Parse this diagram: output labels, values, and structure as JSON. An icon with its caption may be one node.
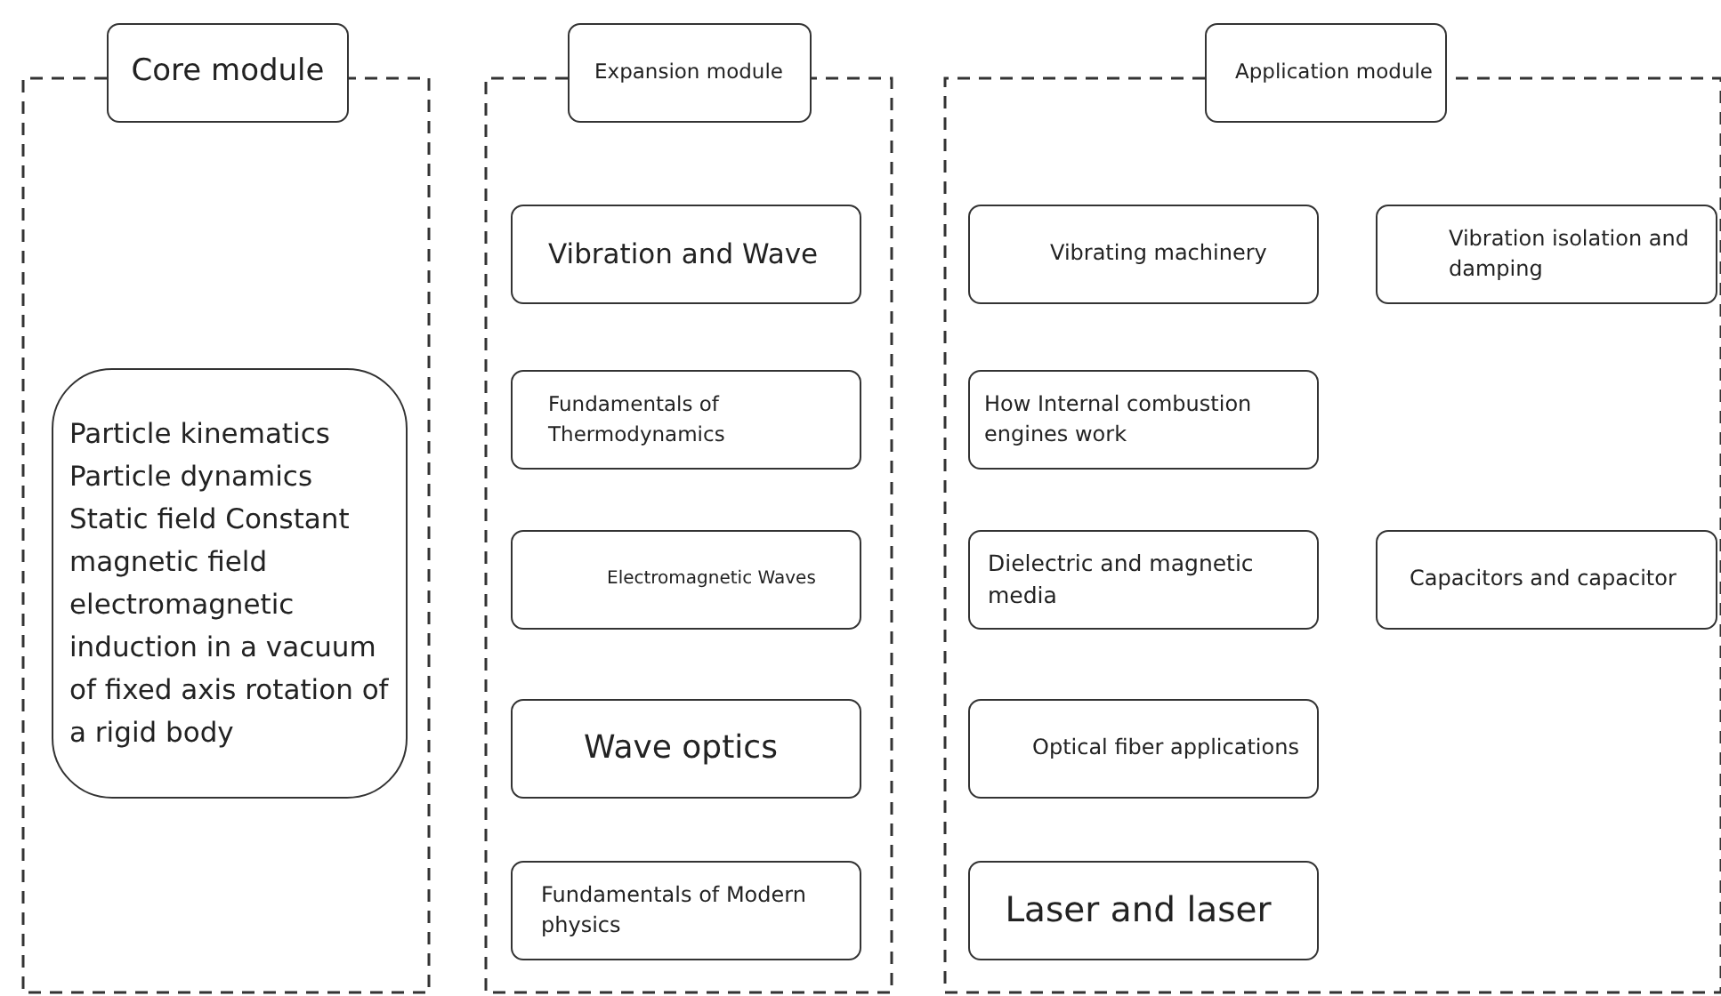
{
  "diagram": {
    "nodes": [
      {
        "text": [
          "Core module"
        ]
      },
      {
        "text": [
          "Particle kinematics Particle dynamics Static field Constant magnetic field electromagnetic induction in a vacuum of fixed axis rotation of a rigid body"
        ],
        "in": 0
      },
      {
        "text": [
          "Expansion module"
        ]
      },
      {
        "text": [
          "Vibration and Wave"
        ],
        "in": 2
      },
      {
        "text": [
          "Fundamentals of Thermodynamics"
        ],
        "in": 2
      },
      {
        "text": [
          "Electromagnetic Waves"
        ],
        "in": 2
      },
      {
        "text": [
          "Wave optics"
        ],
        "in": 2
      },
      {
        "text": [
          "Fundamentals of Modern physics"
        ],
        "in": 2
      },
      {
        "text": [
          "Application module"
        ]
      },
      {
        "text": [
          "Vibrating machinery"
        ],
        "in": 8
      },
      {
        "text": [
          "Vibration isolation and damping"
        ],
        "in": 8
      },
      {
        "text": [
          "How Internal combustion engines work"
        ],
        "in": 8
      },
      {
        "text": [
          "Dielectric and magnetic media"
        ],
        "in": 8
      },
      {
        "text": [
          "Capacitors and capacitor"
        ],
        "in": 8
      },
      {
        "text": [
          "Optical fiber applications"
        ],
        "in": 8
      },
      {
        "text": [
          "Laser and laser"
        ],
        "in": 8
      }
    ]
  }
}
